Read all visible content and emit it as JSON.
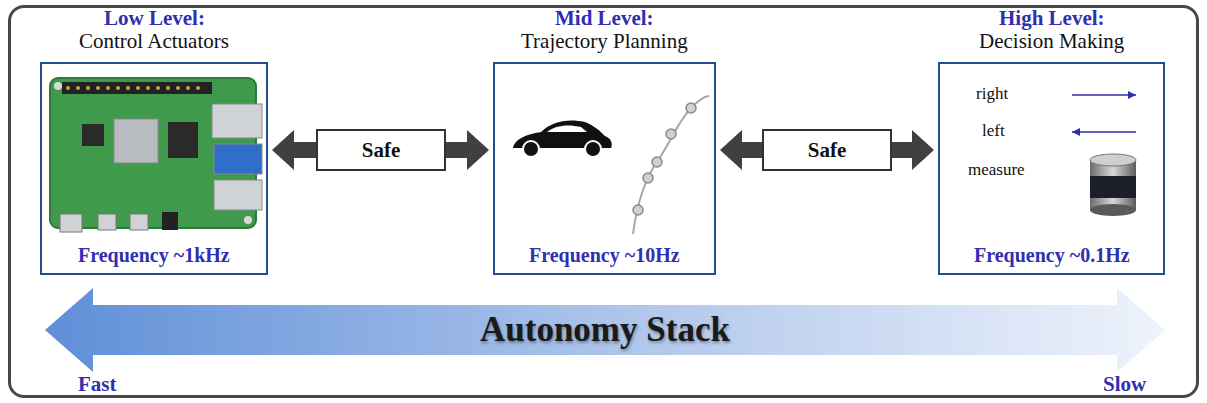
{
  "diagram": {
    "nodes": [
      {
        "text": [
          "Low Level:",
          "Control Actuators",
          "Frequency ~1kHz"
        ]
      },
      {
        "text": [
          "Mid Level:",
          "Trajectory Planning",
          "Frequency ~10Hz"
        ]
      },
      {
        "text": [
          "High Level:",
          "Decision Making",
          "right",
          "left",
          "measure",
          "Frequency ~0.1Hz"
        ]
      },
      {
        "text": [
          "Autonomy Stack"
        ]
      }
    ],
    "edges": [
      {
        "from": 0,
        "to": 1,
        "arrow": "both",
        "label": "Safe"
      },
      {
        "from": 1,
        "to": 2,
        "arrow": "both",
        "label": "Safe"
      }
    ],
    "labels": [
      "Fast",
      "Slow"
    ]
  }
}
